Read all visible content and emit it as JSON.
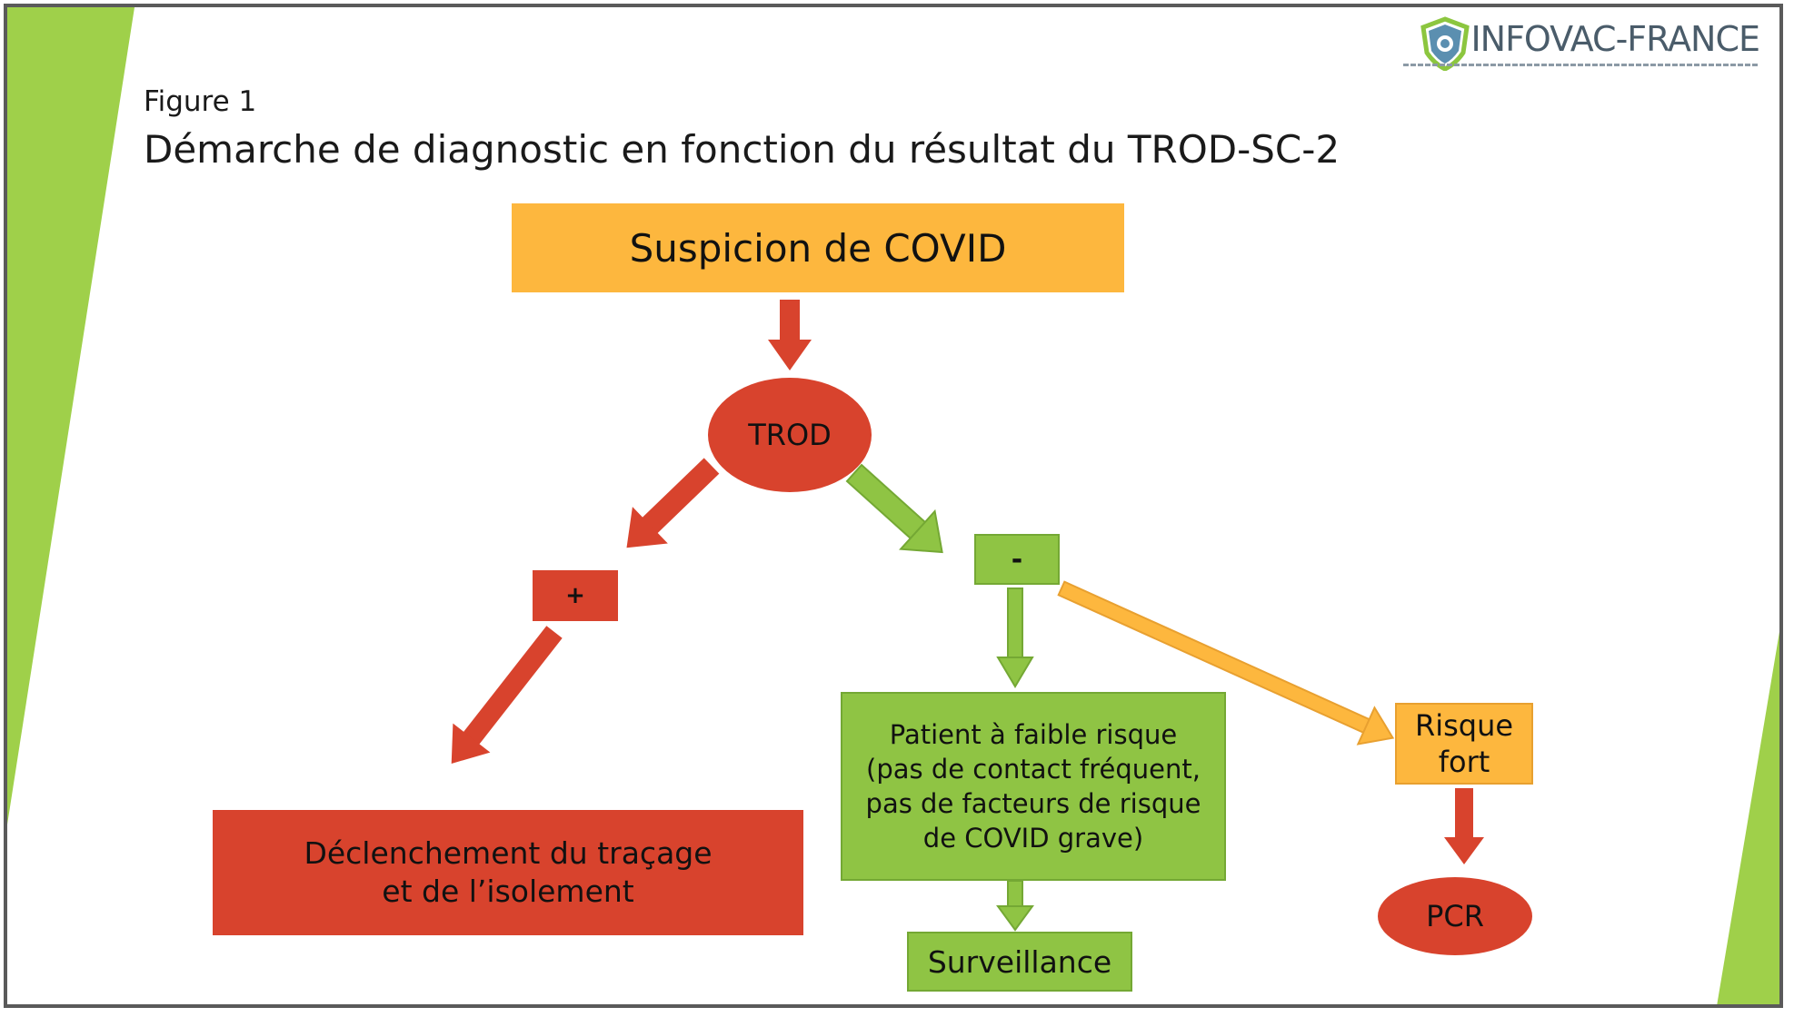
{
  "header": {
    "figure_label": "Figure 1",
    "title": "Démarche de diagnostic en fonction du résultat du TROD-SC-2"
  },
  "logo": {
    "text": "INFOVAC-FRANCE",
    "icon": "shield-virus-icon"
  },
  "nodes": {
    "suspicion": "Suspicion de COVID",
    "trod": "TROD",
    "positive": "+",
    "negative": "-",
    "declenchement": "Déclenchement du traçage\net de l’isolement",
    "patient_faible_risque": "Patient à faible risque\n(pas de contact fréquent,\npas de facteurs de risque\nde COVID grave)",
    "surveillance": "Surveillance",
    "risque_fort": "Risque\nfort",
    "pcr": "PCR"
  },
  "colors": {
    "orange": "#fdb73e",
    "red": "#d8432d",
    "green": "#8fc444",
    "accent_green": "#9fd04a"
  }
}
